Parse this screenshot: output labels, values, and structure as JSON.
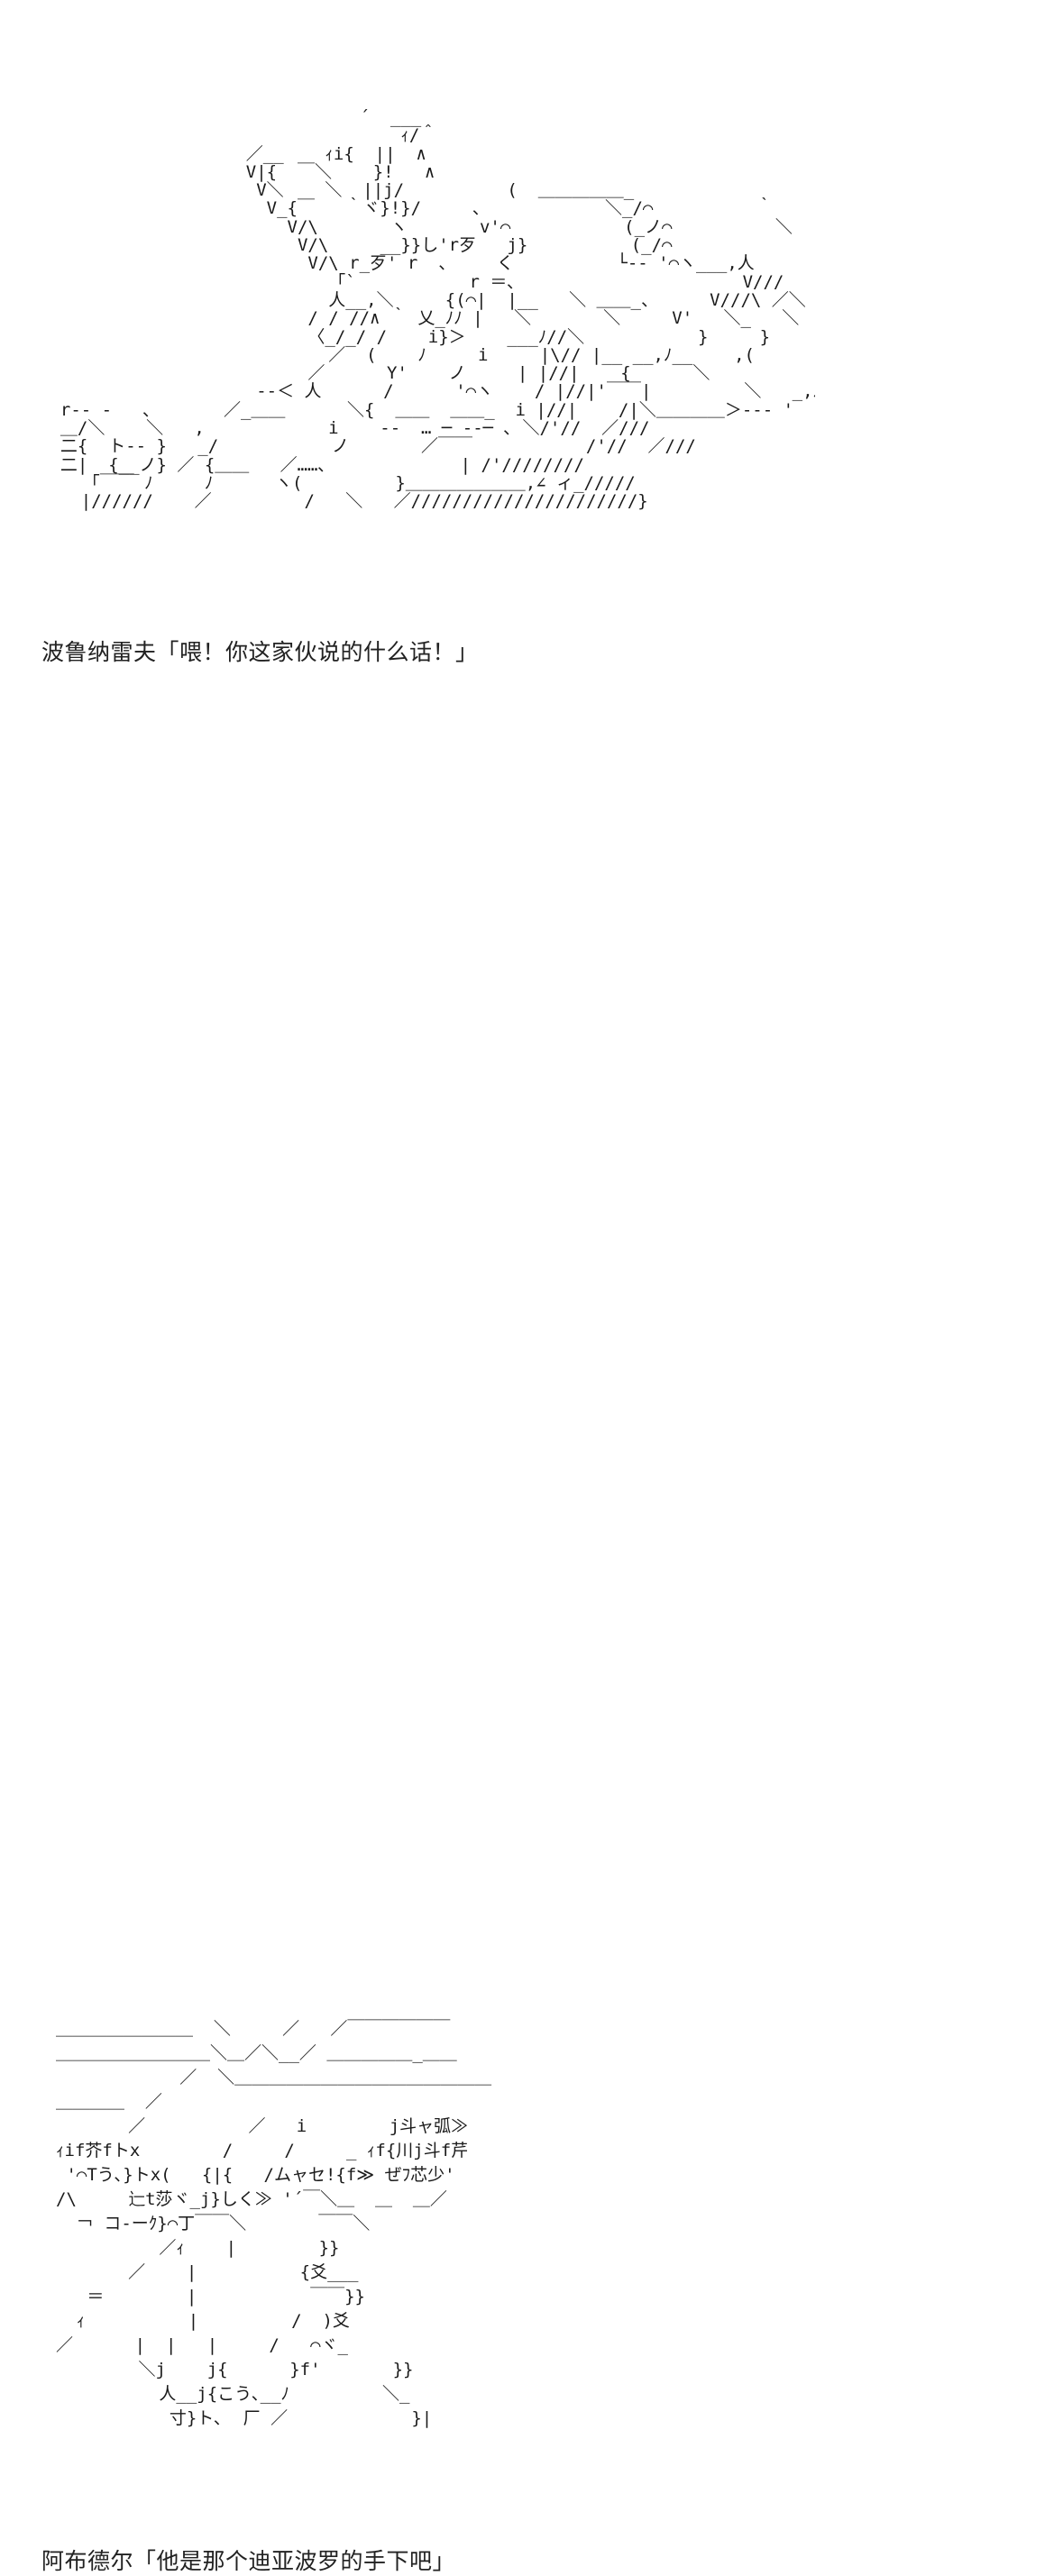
{
  "panels": [
    {
      "art": "                               ´  ___\n                                   ｨ/＾\n                    ／__    ｨi{  ||  ∧\n                    V|{  ￣＼    }!   ∧\n                     V＼    ＼  ||j/          (  ＿＿＿＿＿_\n                      V_{￣   ｀ヾ}!}/     ､            ＼_/⌒          ｀\n                        V/\\       ヽ       v'⌒           (_ノ⌒          ＼\n                         V/\\     __}}し'r歹   j}          (_/⌒               |\n                          V/\\ r_歹' r  、    く          └-- '⌒ヽ___,人\n                            「`           r ＝､                      V///     ＼\n                            人__,＼     {(⌒|  |__   ＼ ＿＿_、     V///\\ ／＼\n                          / / //∧ ｀ 乂_ﾉﾉ |   ＼       ＼     V'   ＼_   ＼\n                          〈_/_/ /    i}＞    ___ﾉ//＼           }     }    ヽ  ,\n                            ／  (    ﾉ     i     |\\// |__ __,ﾉ__    ,(        ::     }\n                          ／      Y'    ノ     | |//|    {      ＼          ト--  |\n                     --＜ 人      /      '⌒ヽ    / |//|'￣￣|         ＼   _,ﾉ    y\n  r-- -   ､       ／_＿＿      ＼{  ＿＿  ＿＿_  i |//|    /|＼＿＿＿＿＞--- '\n  ＿/＼    ＼   ,            i    --  … ─ --─ ､ ＼/'//  ／///\n  二{  ト-- }   _/           ノ       ／￣￣           /'//  ／///\n  二|  {__ノ} ／ {＿＿   ／……､             | /'////////\n     ｢￣￣ ﾉ     ﾉ      ヽ(         }＿＿＿＿＿＿＿,∠ ィ_/////\n    |//////    ／         /   ＼   ／//////////////////////}",
      "caption": "波鲁纳雷夫「喂！你这家伙说的什么话！」"
    },
    {
      "art": "＿＿＿＿＿＿＿＿  ＼     ／   ／￣￣￣￣￣￣\n＿＿＿＿＿＿＿＿＿＼＿／＼__／ ＿＿＿＿＿_＿＿\n            ／  ＼＿＿＿＿＿＿＿＿＿＿＿＿＿＿＿\n＿＿＿＿  ／\n       ／          ／   i        j斗ャ弧≫\nｨif芥fトx        /     /     _ ｨf{川j斗f芹\n '⌒Tう､}トx(   {|{   /ムャセ!{f≫ ぜﾌ芯少'\n/\\     辷t莎ヾ_j}しく≫ '´￣＼＿  ＿  ＿／\n  ￢ コ-ーｸ}⌒丁￣￣＼       ￣￣＼\n          ／ｨ    |        }}\n       ／    |          {爻___\n   ＝        |           ￣￣}}\n  ｨ          |         /  )爻\n／      |  |   |     /   ⌒ヾ_\n        ＼j    j{      }f'       }}\n          人__j{こう､__ﾉ         ＼_\n           寸}ト､  厂 ／            }|",
      "caption": "阿布德尔「他是那个迪亚波罗的手下吧」"
    }
  ]
}
